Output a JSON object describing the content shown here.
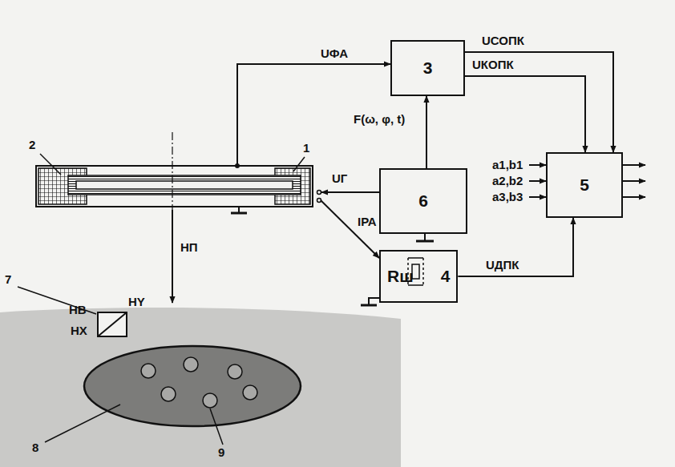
{
  "diagram": {
    "nodes": [
      {
        "text": [
          "3"
        ]
      },
      {
        "text": [
          "6"
        ]
      },
      {
        "text": [
          "5"
        ]
      },
      {
        "text": [
          "Rш",
          "4"
        ]
      }
    ],
    "edges": [
      {
        "from": 1,
        "to": 0,
        "arrow": "to",
        "label": "F(ω, φ, t)"
      },
      {
        "from": 0,
        "to": 2,
        "arrow": "to",
        "label": "UСОПК"
      },
      {
        "from": 0,
        "to": 2,
        "arrow": "to",
        "label": "UКОПК"
      },
      {
        "from": 3,
        "to": 2,
        "arrow": "to",
        "label": "UДПК"
      }
    ],
    "labels": [
      "UФА",
      "UГ",
      "IРА",
      "a1,b1",
      "a2,b2",
      "a3,b3",
      "HП",
      "HB",
      "HY",
      "HX",
      "1",
      "2",
      "7",
      "8",
      "9"
    ]
  }
}
